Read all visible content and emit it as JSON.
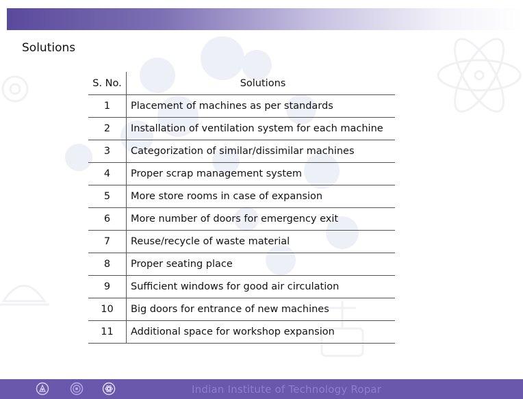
{
  "slide": {
    "title": "Solutions",
    "footer_text": "Indian Institute of Technology Ropar"
  },
  "table": {
    "headers": {
      "no": "S. No.",
      "solution": "Solutions"
    },
    "rows": [
      {
        "no": "1",
        "solution": "Placement of machines as per standards"
      },
      {
        "no": "2",
        "solution": "Installation of ventilation system for each machine"
      },
      {
        "no": "3",
        "solution": "Categorization of similar/dissimilar machines"
      },
      {
        "no": "4",
        "solution": "Proper scrap management system"
      },
      {
        "no": "5",
        "solution": "More store rooms in case of expansion"
      },
      {
        "no": "6",
        "solution": "More number of doors for emergency exit"
      },
      {
        "no": "7",
        "solution": "Reuse/recycle of waste material"
      },
      {
        "no": "8",
        "solution": "Proper seating place"
      },
      {
        "no": "9",
        "solution": "Sufficient windows for good air circulation"
      },
      {
        "no": "10",
        "solution": "Big doors for entrance of new machines"
      },
      {
        "no": "11",
        "solution": "Additional space for workshop expansion"
      }
    ]
  },
  "colors": {
    "header_band": "#5b4a9c",
    "footer_band": "#6a58ad",
    "footer_text": "#8d7fcf"
  },
  "icons": [
    "gear-icon",
    "atom-icon",
    "hard-hat-icon",
    "circuit-icon",
    "institute-logo-icon",
    "emblem-icon",
    "flower-logo-icon"
  ]
}
